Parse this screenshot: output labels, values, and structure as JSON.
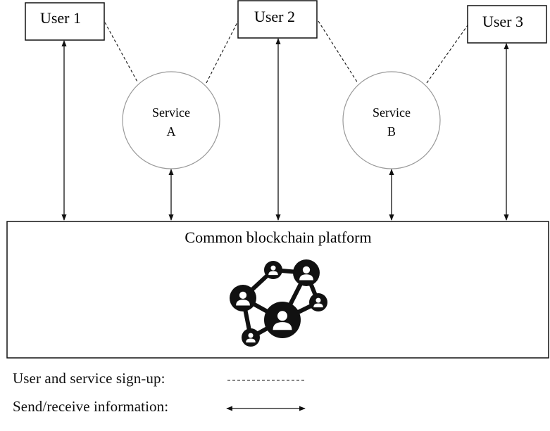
{
  "users": [
    {
      "label": "User 1"
    },
    {
      "label": "User 2"
    },
    {
      "label": "User 3"
    }
  ],
  "services": [
    {
      "line1": "Service",
      "line2": "A"
    },
    {
      "line1": "Service",
      "line2": "B"
    }
  ],
  "platform": {
    "label": "Common blockchain platform",
    "icon": "blockchain-network-icon"
  },
  "legend": {
    "signup_label": "User and service sign-up:",
    "send_receive_label": "Send/receive information:"
  },
  "colors": {
    "stroke": "#111111",
    "circle_stroke": "#9a9a9a",
    "fill": "#ffffff"
  }
}
